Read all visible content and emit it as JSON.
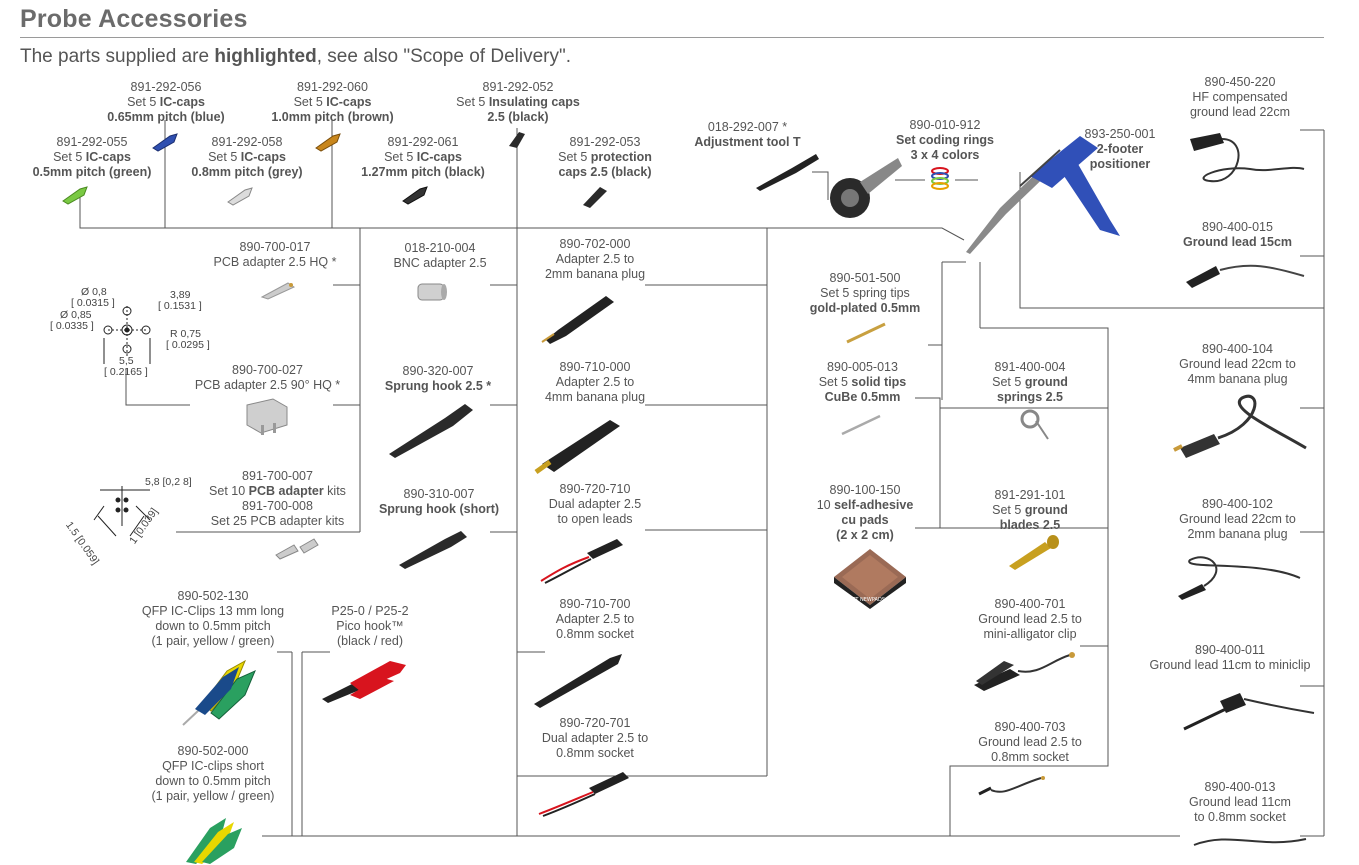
{
  "header": {
    "title": "Probe Accessories",
    "subtitle_pre": "The parts supplied are ",
    "subtitle_bold": "highlighted",
    "subtitle_post": ", see also \"Scope of Delivery\"."
  },
  "parts": {
    "p891_292_055": {
      "num": "891-292-055",
      "l1a": "Set 5 ",
      "l1b": "IC-caps",
      "l2": "0.5mm pitch (green)"
    },
    "p891_292_056": {
      "num": "891-292-056",
      "l1a": "Set 5 ",
      "l1b": "IC-caps",
      "l2": "0.65mm pitch (blue)"
    },
    "p891_292_058": {
      "num": "891-292-058",
      "l1a": "Set 5 ",
      "l1b": "IC-caps",
      "l2": "0.8mm pitch (grey)"
    },
    "p891_292_060": {
      "num": "891-292-060",
      "l1a": "Set 5 ",
      "l1b": "IC-caps",
      "l2": "1.0mm pitch (brown)"
    },
    "p891_292_061": {
      "num": "891-292-061",
      "l1a": "Set 5 ",
      "l1b": "IC-caps",
      "l2": "1.27mm pitch (black)"
    },
    "p891_292_052": {
      "num": "891-292-052",
      "l1a": "Set 5 ",
      "l1b": "Insulating caps",
      "l2": "2.5 (black)"
    },
    "p891_292_053": {
      "num": "891-292-053",
      "l1a": "Set 5 ",
      "l1b": "protection",
      "l2": "caps 2.5 (black)"
    },
    "p018_292_007": {
      "num": "018-292-007 *",
      "l1": "Adjustment tool T"
    },
    "p890_010_912": {
      "num": "890-010-912",
      "l1": "Set coding rings",
      "l2": "3 x 4 colors"
    },
    "p893_250_001": {
      "num": "893-250-001",
      "l1": "2-footer",
      "l2": "positioner"
    },
    "p890_450_220": {
      "num": "890-450-220",
      "l1": "HF compensated",
      "l2": "ground lead 22cm"
    },
    "p890_400_015": {
      "num": "890-400-015",
      "l1": "Ground lead 15cm"
    },
    "p890_700_017": {
      "num": "890-700-017",
      "l1": "PCB adapter 2.5 HQ *"
    },
    "p018_210_004": {
      "num": "018-210-004",
      "l1": "BNC adapter 2.5"
    },
    "p890_702_000": {
      "num": "890-702-000",
      "l1": "Adapter 2.5 to",
      "l2": "2mm banana plug"
    },
    "p890_501_500": {
      "num": "890-501-500",
      "l1": "Set 5 spring tips",
      "l2": "gold-plated 0.5mm"
    },
    "p890_400_104": {
      "num": "890-400-104",
      "l1": "Ground lead 22cm to",
      "l2": "4mm banana plug"
    },
    "p890_700_027": {
      "num": "890-700-027",
      "l1": "PCB adapter 2.5 90° HQ *"
    },
    "p890_320_007": {
      "num": "890-320-007",
      "l1": "Sprung hook 2.5 *"
    },
    "p890_710_000": {
      "num": "890-710-000",
      "l1": "Adapter 2.5 to",
      "l2": "4mm banana plug"
    },
    "p890_005_013": {
      "num": "890-005-013",
      "l1a": "Set 5 ",
      "l1b": "solid tips",
      "l2": "CuBe 0.5mm"
    },
    "p891_400_004": {
      "num": "891-400-004",
      "l1a": "Set 5 ",
      "l1b": "ground",
      "l2": "springs 2.5"
    },
    "p891_700_007": {
      "num": "891-700-007",
      "l1a": "Set 10 ",
      "l1b": "PCB adapter",
      "l1c": " kits",
      "num2": "891-700-008",
      "l2": "Set 25 PCB adapter kits"
    },
    "p890_310_007": {
      "num": "890-310-007",
      "l1": "Sprung hook (short)"
    },
    "p890_720_710": {
      "num": "890-720-710",
      "l1": "Dual adapter 2.5",
      "l2": "to open leads"
    },
    "p890_100_150": {
      "num": "890-100-150",
      "l1a": "10 ",
      "l1b": "self-adhesive",
      "l2": "cu pads",
      "l3": "(2 x 2 cm)"
    },
    "p891_291_101": {
      "num": "891-291-101",
      "l1a": "Set 5 ",
      "l1b": "ground",
      "l2": "blades 2.5"
    },
    "p890_400_102": {
      "num": "890-400-102",
      "l1": "Ground lead 22cm to",
      "l2": "2mm banana plug"
    },
    "p890_502_130": {
      "num": "890-502-130",
      "l1": "QFP IC-Clips 13 mm long",
      "l2": "down to 0.5mm pitch",
      "l3": "(1 pair, yellow / green)"
    },
    "pP25": {
      "num": "P25-0 / P25-2",
      "l1": "Pico hook™",
      "l2": "(black / red)"
    },
    "p890_710_700": {
      "num": "890-710-700",
      "l1": "Adapter 2.5 to",
      "l2": "0.8mm socket"
    },
    "p890_400_701": {
      "num": "890-400-701",
      "l1": "Ground lead 2.5 to",
      "l2": "mini-alligator clip"
    },
    "p890_400_011": {
      "num": "890-400-011",
      "l1": "Ground lead 11cm to miniclip"
    },
    "p890_720_701": {
      "num": "890-720-701",
      "l1": "Dual adapter 2.5 to",
      "l2": "0.8mm socket"
    },
    "p890_400_703": {
      "num": "890-400-703",
      "l1": "Ground lead 2.5 to",
      "l2": "0.8mm socket"
    },
    "p890_502_000": {
      "num": "890-502-000",
      "l1": "QFP IC-clips short",
      "l2": "down to 0.5mm pitch",
      "l3": "(1 pair, yellow / green)"
    },
    "p890_400_013": {
      "num": "890-400-013",
      "l1": "Ground lead 11cm",
      "l2": "to 0.8mm socket"
    }
  },
  "dims": {
    "d1": "Ø 0,8",
    "d2": "[ 0.0315 ]",
    "d3": "Ø 0,85",
    "d4": "[ 0.0335 ]",
    "d5": "3,89",
    "d6": "[ 0.1531 ]",
    "d7": "R 0,75",
    "d8": "[ 0.0295 ]",
    "d9": "5,5",
    "d10": "[ 0.2165 ]",
    "d11": "5,8 [0,2  8]",
    "d12": "1.5 [0.059]",
    "d13": "1 [0.039]"
  },
  "pad_text": "DRMFT NEWPADS TEST",
  "colors": {
    "line": "#555555",
    "blue": "#2f4fb0",
    "green": "#7ac943",
    "yellow": "#e8d700",
    "red": "#d8141e",
    "brass": "#c89a3a",
    "copper": "#b07050"
  }
}
